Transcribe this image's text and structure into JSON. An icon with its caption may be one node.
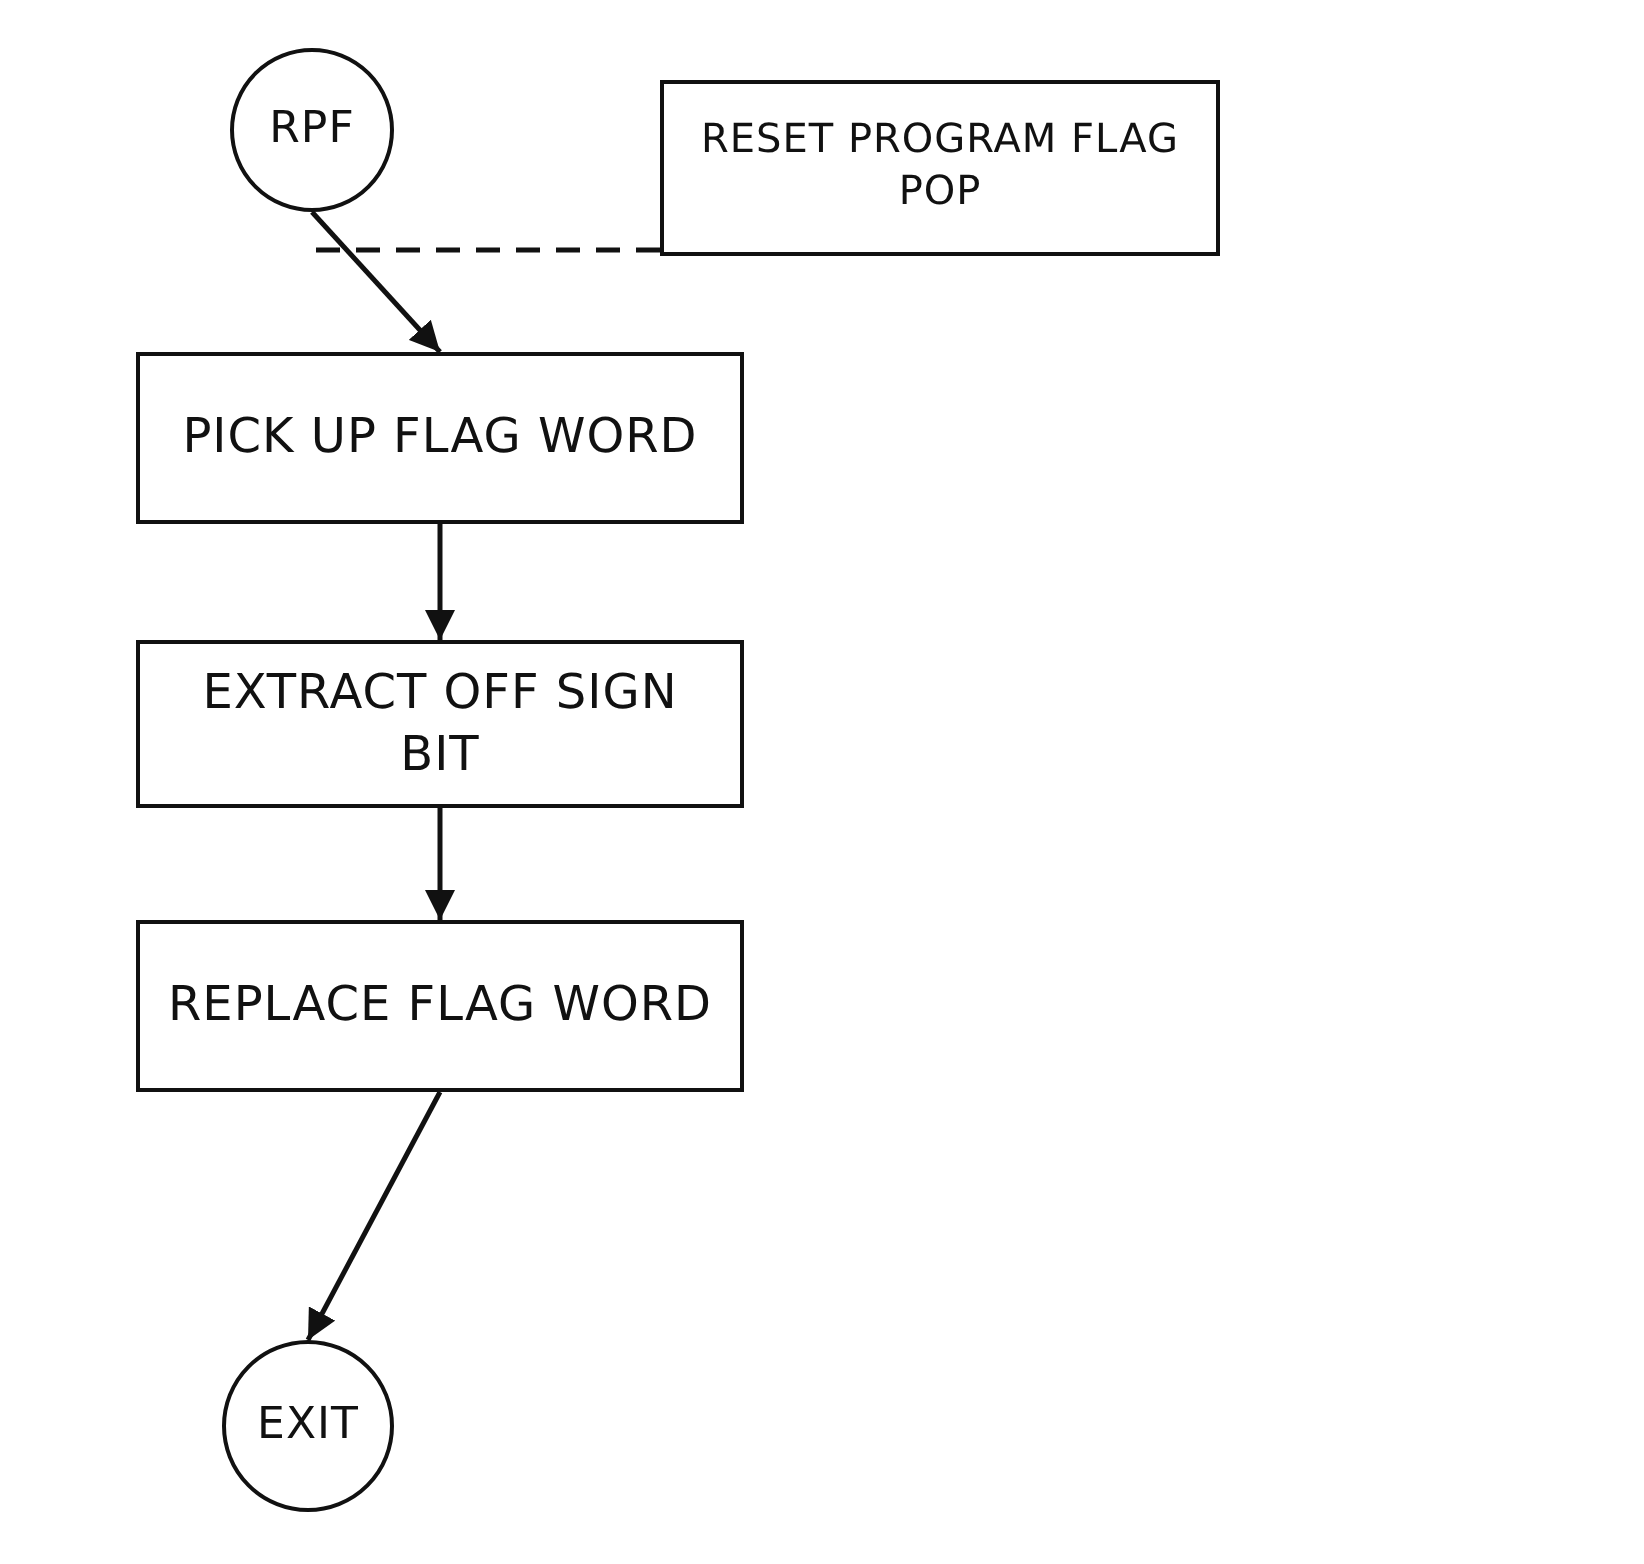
{
  "diagram": {
    "nodes": [
      {
        "text": [
          "RPF"
        ]
      },
      {
        "text": [
          "RESET PROGRAM FLAG POP"
        ]
      },
      {
        "text": [
          "PICK UP FLAG WORD"
        ]
      },
      {
        "text": [
          "EXTRACT OFF SIGN BIT"
        ]
      },
      {
        "text": [
          "REPLACE FLAG WORD"
        ]
      },
      {
        "text": [
          "EXIT"
        ]
      }
    ],
    "edges": [
      {
        "from": 0,
        "to": 2,
        "arrow": "to"
      },
      {
        "from": 1,
        "to": null,
        "arrow": "none",
        "style": "dashed"
      },
      {
        "from": 2,
        "to": 3,
        "arrow": "to"
      },
      {
        "from": 3,
        "to": 4,
        "arrow": "to"
      },
      {
        "from": 4,
        "to": 5,
        "arrow": "to"
      }
    ]
  }
}
